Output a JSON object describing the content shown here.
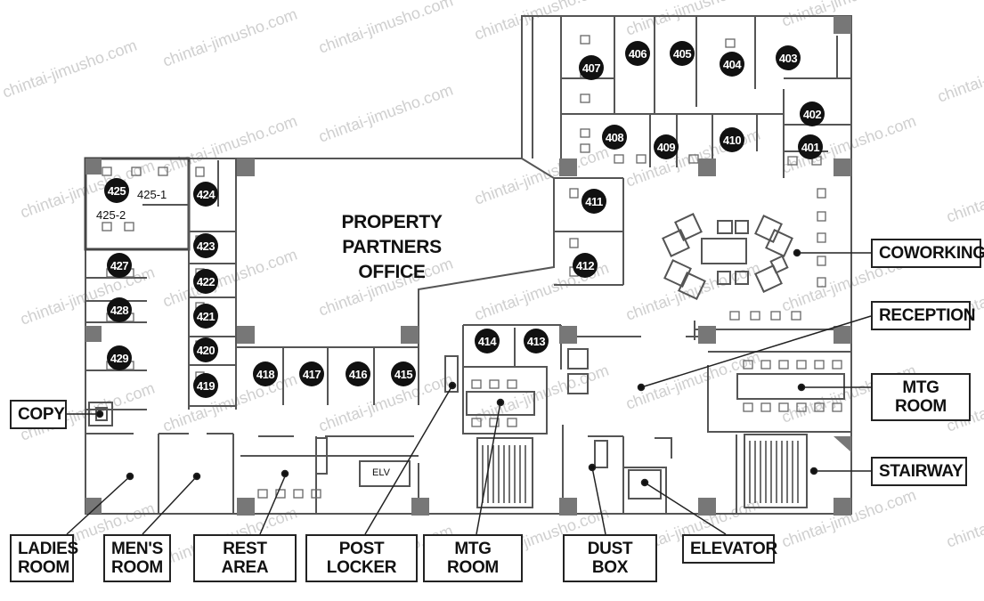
{
  "watermark": "chintai-jimusho.com",
  "office_name": "PROPERTY PARTNERS",
  "office_name_line2": "OFFICE",
  "rooms": [
    "401",
    "402",
    "403",
    "404",
    "405",
    "406",
    "407",
    "408",
    "409",
    "410",
    "411",
    "412",
    "413",
    "414",
    "415",
    "416",
    "417",
    "418",
    "419",
    "420",
    "421",
    "422",
    "423",
    "424",
    "425",
    "427",
    "428",
    "429"
  ],
  "room_425_sub_1": "425-1",
  "room_425_sub_2": "425-2",
  "elv_small": "ELV",
  "labels": {
    "copy": "COPY",
    "ladies_room": "LADIES ROOM",
    "mens_room": "MEN'S ROOM",
    "rest_area": "REST AREA",
    "post_locker": "POST LOCKER",
    "mtg_room_bottom": "MTG ROOM",
    "dust_box": "DUST BOX",
    "elevator": "ELEVATOR",
    "coworking": "COWORKING",
    "reception": "RECEPTION",
    "mtg_room_right": "MTG ROOM",
    "stairway": "STAIRWAY"
  }
}
